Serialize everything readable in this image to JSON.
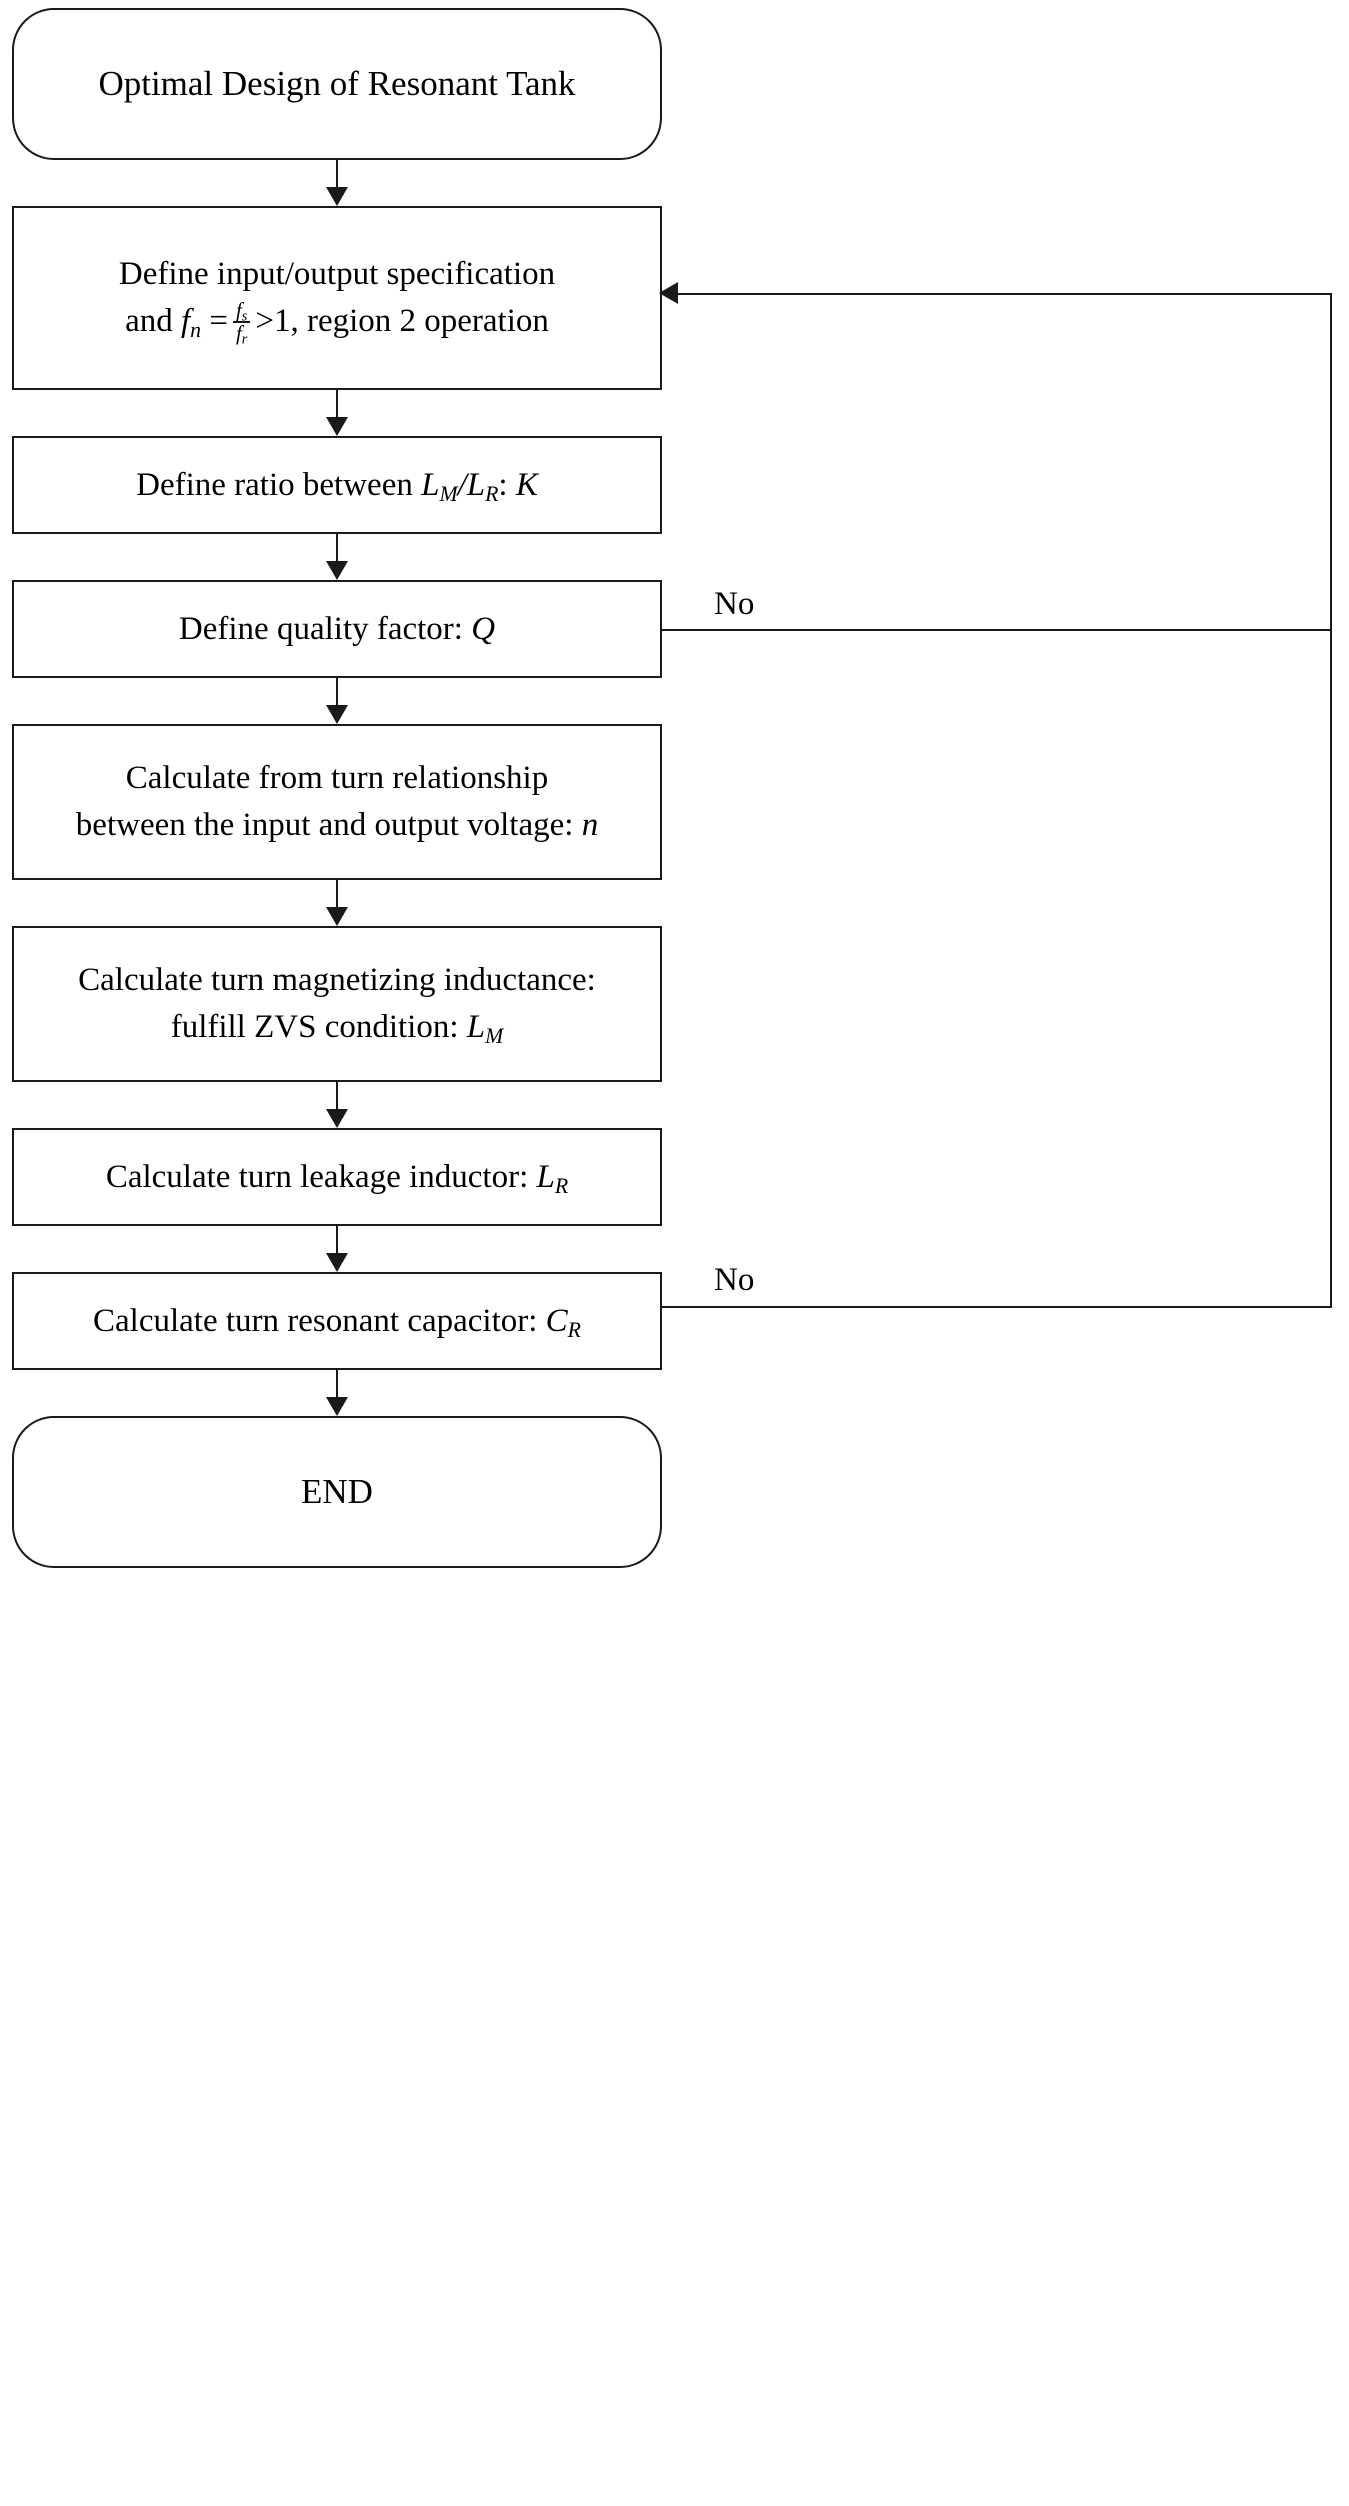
{
  "diagram": {
    "title": "Optimal Design of Resonant Tank flowchart",
    "type": "flowchart",
    "colors": {
      "stroke": "#1a1a1a",
      "fill": "#ffffff",
      "text": "#000000"
    },
    "nodes": [
      {
        "id": "start",
        "shape": "rounded-rectangle",
        "lines": [
          "Optimal Design of Resonant Tank"
        ]
      },
      {
        "id": "define-spec",
        "shape": "rectangle",
        "lines": [
          "Define input/output specification",
          "and  f n  =  f s / f r  > 1 , region 2 operation"
        ],
        "line1": "Define input/output specification",
        "formula": {
          "prefix": "and",
          "lhs": "f",
          "lhs_sub": "n",
          "equals": "=",
          "numerator": "f",
          "numerator_sub": "s",
          "denominator": "f",
          "denominator_sub": "r",
          "comparison": ">1",
          "suffix": ", region 2 operation"
        }
      },
      {
        "id": "define-ratio",
        "shape": "rectangle",
        "prefix": "Define ratio between ",
        "sym1": "L",
        "sym1_sub": "M",
        "slash": "/",
        "sym2": "L",
        "sym2_sub": "R",
        "colon": ": ",
        "sym3": "K"
      },
      {
        "id": "define-quality",
        "shape": "rectangle",
        "prefix": "Define quality factor: ",
        "sym": "Q"
      },
      {
        "id": "calc-turn-ratio",
        "shape": "rectangle",
        "line1": "Calculate from turn relationship",
        "line2_prefix": "between the input and output voltage: ",
        "line2_sym": "n"
      },
      {
        "id": "calc-magnetizing",
        "shape": "rectangle",
        "line1": "Calculate turn magnetizing inductance:",
        "line2_prefix": "fulfill ZVS condition: ",
        "line2_sym": "L",
        "line2_sym_sub": "M"
      },
      {
        "id": "calc-leakage",
        "shape": "rectangle",
        "prefix": "Calculate turn leakage inductor: ",
        "sym": "L",
        "sym_sub": "R"
      },
      {
        "id": "calc-capacitor",
        "shape": "rectangle",
        "prefix": "Calculate turn resonant capacitor: ",
        "sym": "C",
        "sym_sub": "R"
      },
      {
        "id": "end",
        "shape": "rounded-rectangle",
        "lines": [
          "END"
        ]
      }
    ],
    "edge_labels": {
      "no_upper": "No",
      "no_lower": "No"
    }
  }
}
